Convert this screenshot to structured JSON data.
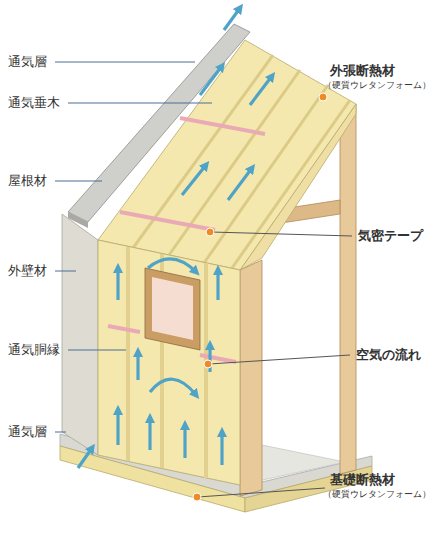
{
  "diagram": {
    "labels": [
      "通気層",
      "通気垂木",
      "屋根材",
      "外壁材",
      "通気胴縁",
      "通気層",
      "外張断熱材",
      "（硬質ウレタンフォーム）",
      "気密テープ",
      "空気の流れ",
      "基礎断熱材",
      "（硬質ウレタンフォーム）"
    ]
  }
}
